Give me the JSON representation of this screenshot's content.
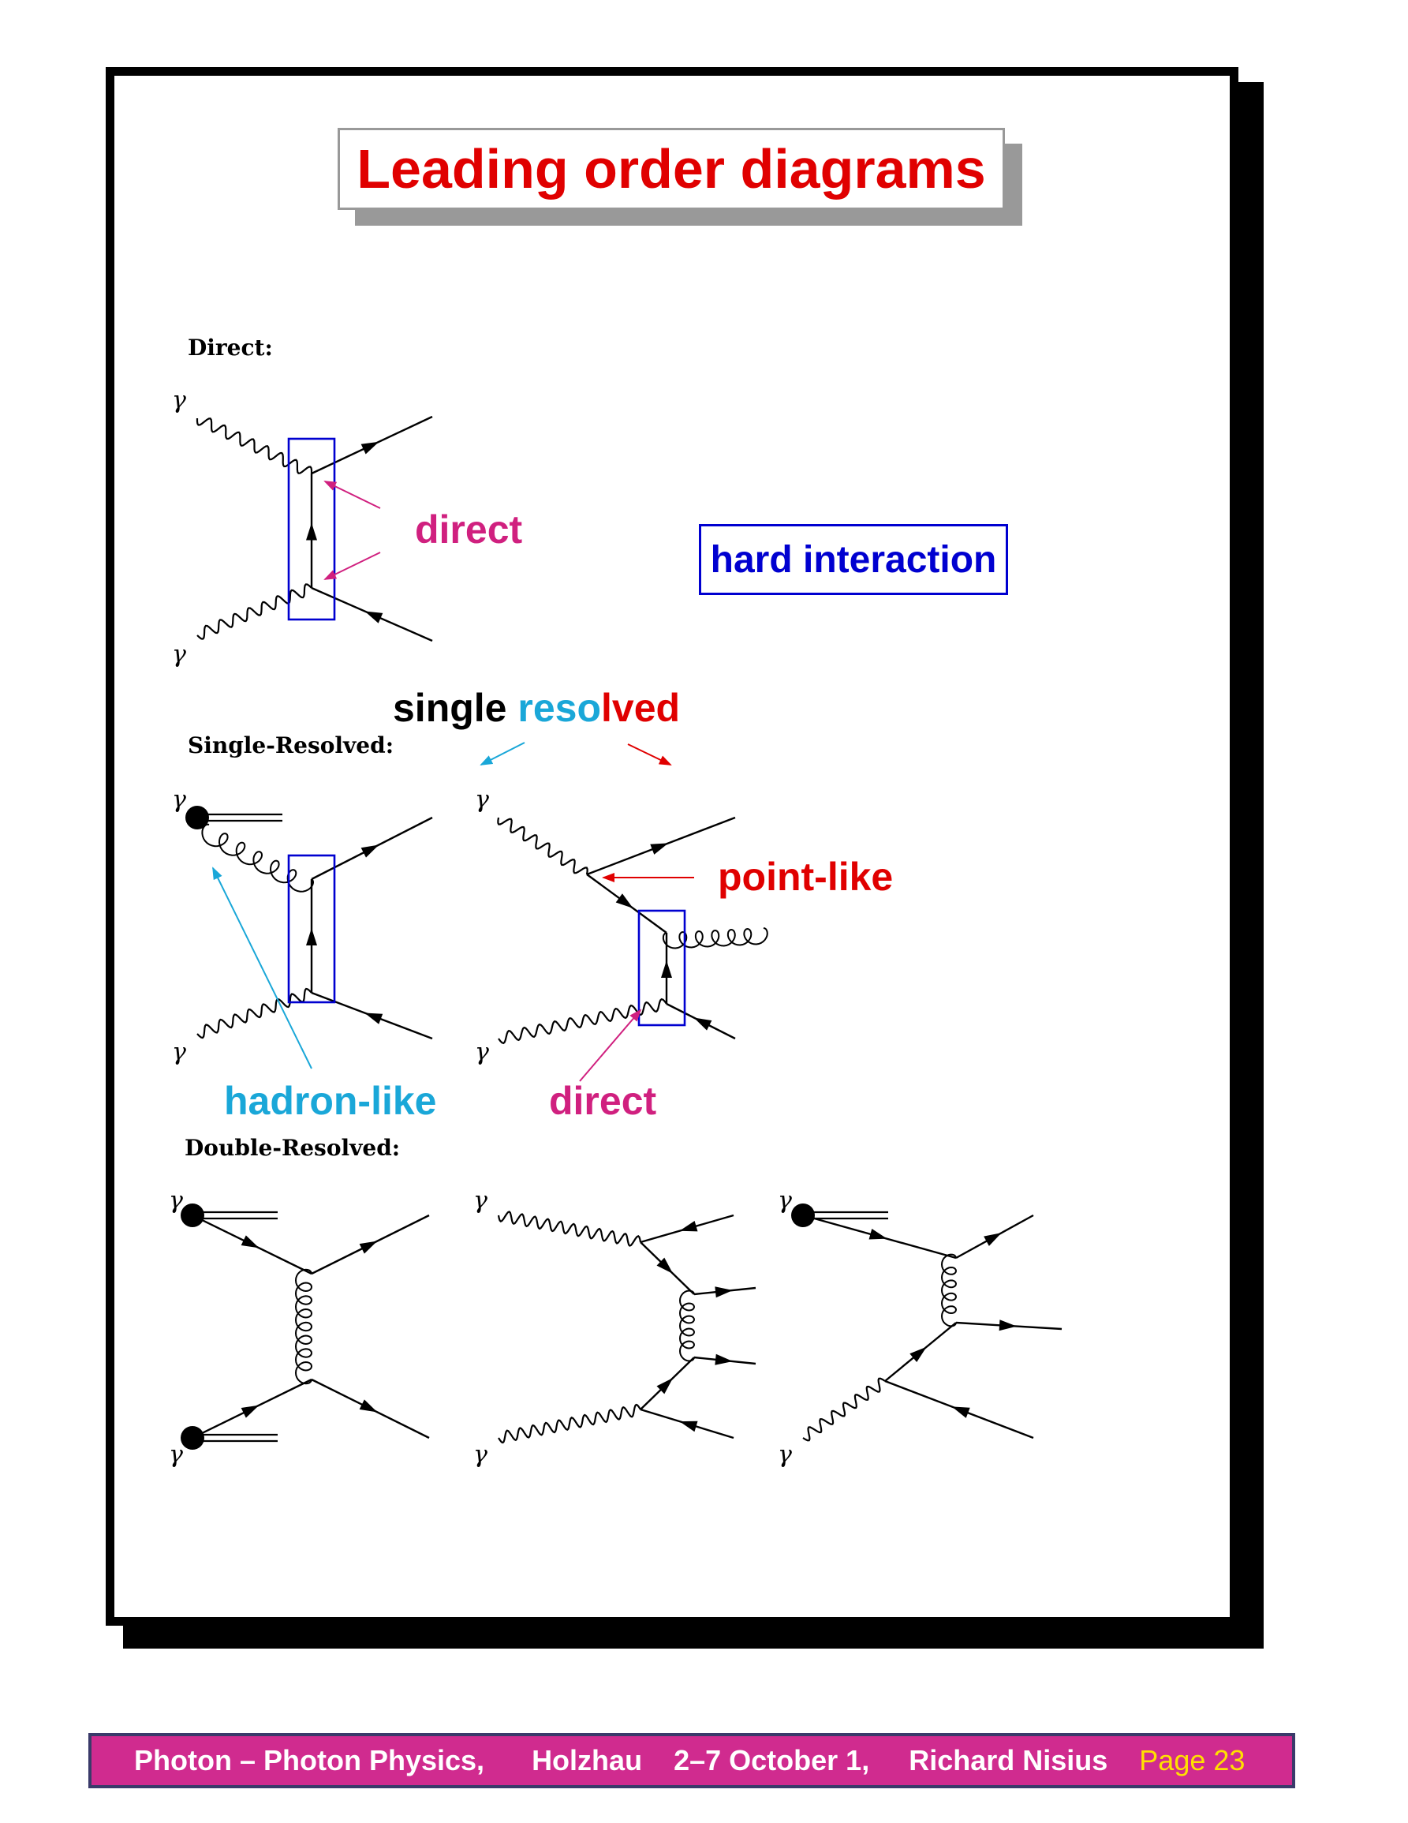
{
  "title": "Leading order diagrams",
  "sections": {
    "direct": "Direct:",
    "single": "Single-Resolved:",
    "double": "Double-Resolved:"
  },
  "labels": {
    "gamma": "γ",
    "direct": "direct",
    "hard_interaction": "hard interaction",
    "single_part1": "single",
    "single_part2": "reso",
    "single_part3": "lved",
    "point_like": "point-like",
    "hadron_like": "hadron-like",
    "direct2": "direct"
  },
  "footer": {
    "talk": "Photon – Photon Physics,",
    "place": "Holzhau",
    "dates": "2–7 October 1,",
    "author": "Richard Nisius",
    "page": "Page 23"
  },
  "colors": {
    "title": "#e00000",
    "magenta": "#d0207f",
    "blue": "#0000d0",
    "cyan": "#1aa7d8",
    "red": "#e00000",
    "footer_bg": "#d02b8f",
    "page_num": "#ffe000"
  }
}
